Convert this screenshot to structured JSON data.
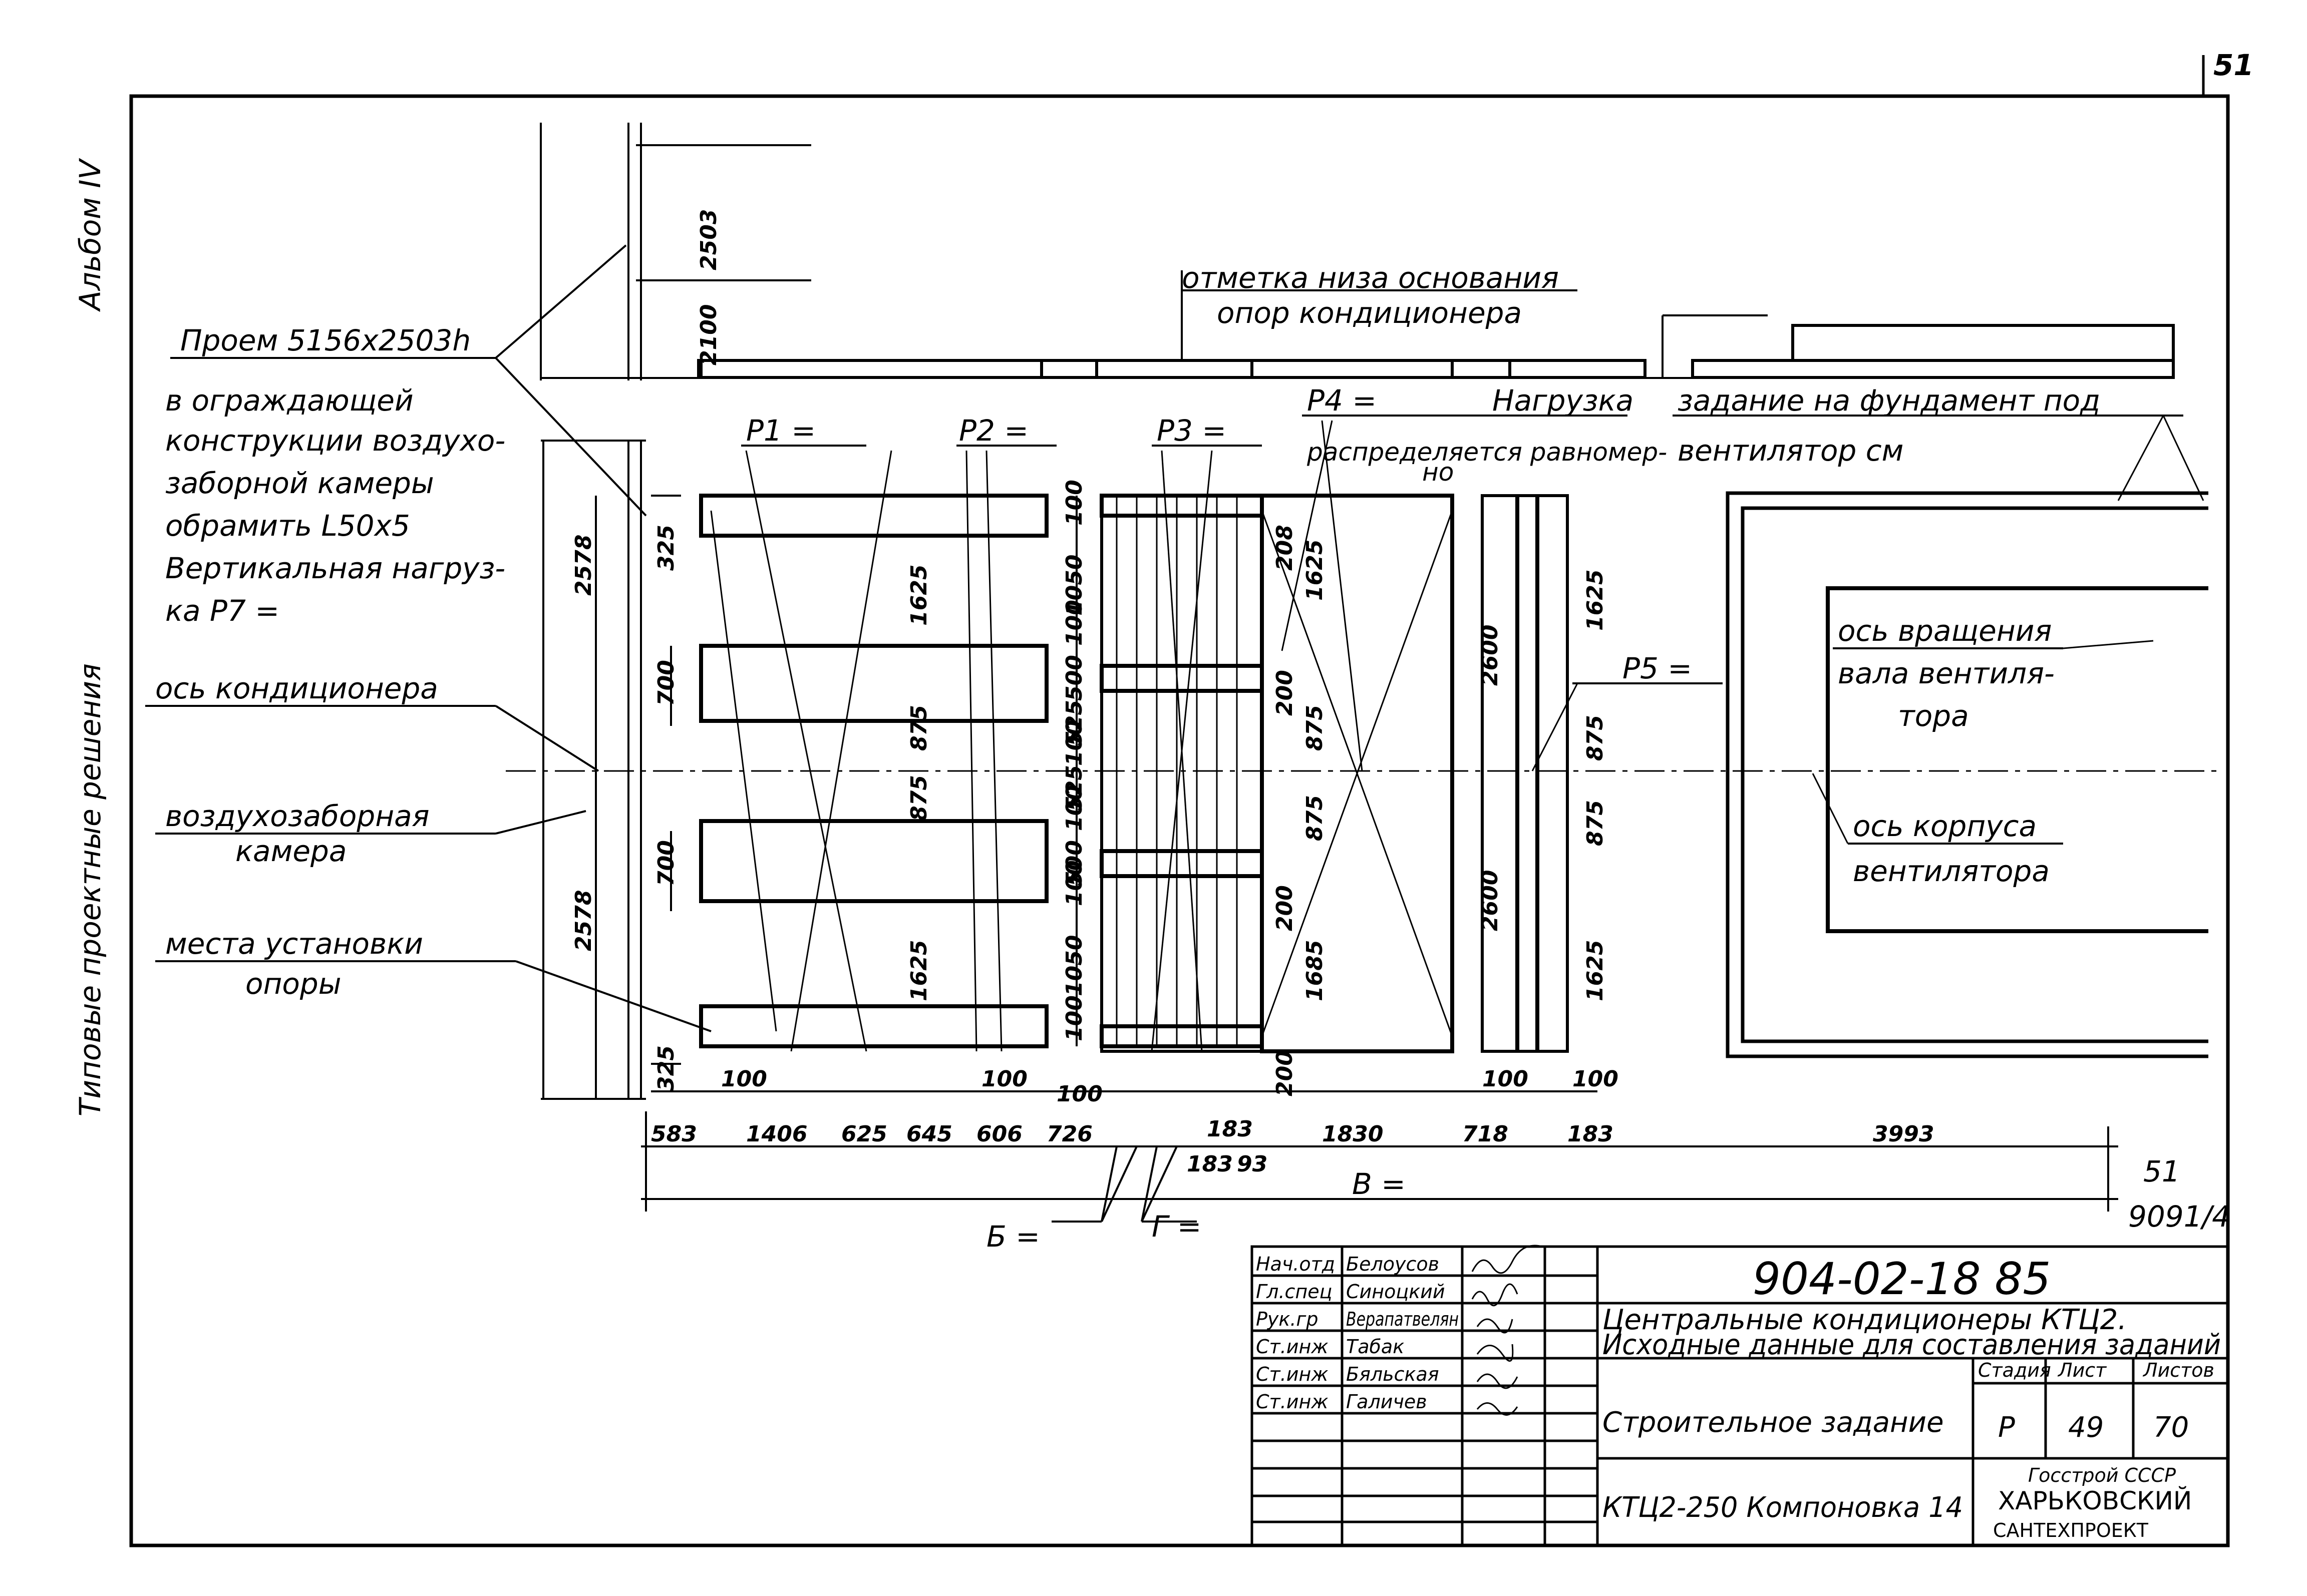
{
  "sheet": {
    "page_number": "51",
    "album": "Альбом IV",
    "series": "Типовые проектные решения"
  },
  "notes": {
    "opening": "Проем 5156x2503h",
    "opening_2": "в ограждающей",
    "opening_3": "конструкции воздухо-",
    "opening_4": "заборной камеры",
    "opening_5": "обрамить L50x5",
    "opening_6": "Вертикальная нагруз-",
    "opening_7": "ка P7 =",
    "axis": "ось кондиционера",
    "chamber_1": "воздухозаборная",
    "chamber_2": "камера",
    "supports_1": "места установки",
    "supports_2": "опоры",
    "base_mark_1": "отметка низа основания",
    "base_mark_2": "опор кондиционера",
    "load_p4": "P4 =",
    "load_title": "Нагрузка",
    "load_dist_1": "распределяется равномер-",
    "load_dist_2": "но",
    "task_1": "задание на фундамент под",
    "task_2": "вентилятор см",
    "rot_1": "ось вращения",
    "rot_2": "вала вентиля-",
    "rot_3": "тора",
    "body_1": "ось корпуса",
    "body_2": "вентилятора",
    "p1": "P1 =",
    "p2": "P2 =",
    "p3": "P3 =",
    "p5": "P5 =",
    "b_eq": "Б =",
    "g_eq": "Г =",
    "v_eq": "В =",
    "ref_1": "51",
    "ref_2": "9091/4"
  },
  "dims": {
    "d2503": "2503",
    "d2100": "2100",
    "d2578a": "2578",
    "d2578b": "2578",
    "d325a": "325",
    "d325b": "325",
    "d700a": "700",
    "d700b": "700",
    "d1625a": "1625",
    "d1625b": "1625",
    "d875a": "875",
    "d875b": "875",
    "d100a": "100",
    "d1050a": "1050",
    "d100b": "100",
    "d500a": "500",
    "d525a": "525",
    "d100c": "100",
    "d525b": "525",
    "d100d": "100",
    "d500b": "500",
    "d100e": "100",
    "d1050b": "1050",
    "d100f": "100",
    "d208": "208",
    "d1625c": "1625",
    "d200a": "200",
    "d875c": "875",
    "d875d": "875",
    "d200b": "200",
    "d1685": "1685",
    "d200c": "200",
    "d2600a": "2600",
    "d2600b": "2600",
    "d1625d": "1625",
    "d875e": "875",
    "d875f": "875",
    "d1625e": "1625",
    "b100a": "100",
    "b100b": "100",
    "b100c": "100",
    "b100d": "100",
    "b100e": "100",
    "h583": "583",
    "h1406": "1406",
    "h625": "625",
    "h645": "645",
    "h606": "606",
    "h726": "726",
    "h183a": "183",
    "h183b": "183",
    "h93": "93",
    "h1830": "1830",
    "h718": "718",
    "h183c": "183",
    "h3993": "3993"
  },
  "title_block": {
    "rows": [
      {
        "role": "Нач.отд",
        "name": "Белоусов"
      },
      {
        "role": "Гл.спец",
        "name": "Синоцкий"
      },
      {
        "role": "Рук.гр",
        "name": "Верапатвелян"
      },
      {
        "role": "Ст.инж",
        "name": "Табак"
      },
      {
        "role": "Ст.инж",
        "name": "Бяльская"
      },
      {
        "role": "Ст.инж",
        "name": "Галичев"
      }
    ],
    "code": "904-02-18 85",
    "title_1": "Центральные кондиционеры КТЦ2.",
    "title_2": "Исходные данные для составления заданий",
    "subject": "Строительное задание",
    "stage_head": "Стадия",
    "sheet_head": "Лист",
    "sheets_head": "Листов",
    "stage": "Р",
    "sheet": "49",
    "sheets": "70",
    "layout": "КТЦ2-250 Компоновка 14",
    "org_1": "Госстрой СССР",
    "org_2": "ХАРЬКОВСКИЙ",
    "org_3": "САНТЕХПРОЕКТ"
  }
}
